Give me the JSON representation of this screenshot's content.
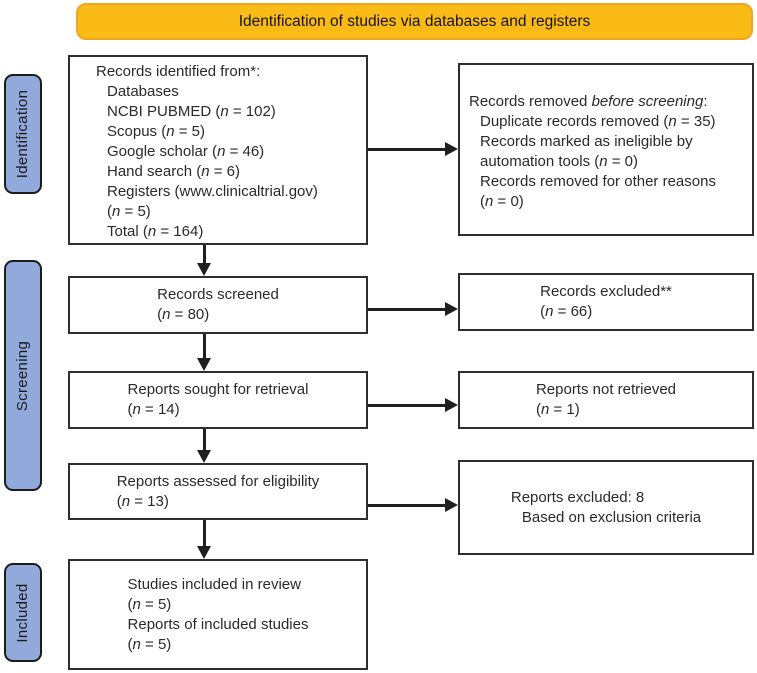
{
  "banner": {
    "label": "Identification of studies via databases and registers"
  },
  "stages": [
    {
      "id": "identification",
      "label": "Identification"
    },
    {
      "id": "screening",
      "label": "Screening"
    },
    {
      "id": "included",
      "label": "Included"
    }
  ],
  "boxes": {
    "identified": {
      "lines": [
        {
          "ind": 0,
          "t": "Records identified from*:"
        },
        {
          "ind": 1,
          "t": "Databases"
        },
        {
          "ind": 1,
          "t": "NCBI PUBMED (_n_ = 102)"
        },
        {
          "ind": 1,
          "t": "Scopus (_n_ = 5)"
        },
        {
          "ind": 1,
          "t": "Google scholar (_n_ = 46)"
        },
        {
          "ind": 1,
          "t": "Hand search (_n_ = 6)"
        },
        {
          "ind": 1,
          "t": "Registers (www.clinicaltrial.gov)"
        },
        {
          "ind": 1,
          "t": "(_n_ = 5)"
        },
        {
          "ind": 1,
          "t": "Total (_n_ = 164)"
        }
      ]
    },
    "removed": {
      "lines": [
        {
          "ind": 0,
          "t": "Records removed _before screening_:"
        },
        {
          "ind": 1,
          "t": "Duplicate records removed  (_n_ = 35)"
        },
        {
          "ind": 1,
          "t": "Records marked as ineligible by"
        },
        {
          "ind": 1,
          "t": "automation tools (_n_ = 0)"
        },
        {
          "ind": 1,
          "t": "Records removed for other reasons"
        },
        {
          "ind": 1,
          "t": "(_n_ = 0)"
        }
      ]
    },
    "screened": {
      "lines": [
        {
          "ind": 0,
          "t": "Records screened"
        },
        {
          "ind": 0,
          "t": "(_n_ = 80)"
        }
      ]
    },
    "excluded": {
      "lines": [
        {
          "ind": 0,
          "t": "Records excluded**"
        },
        {
          "ind": 0,
          "t": "(_n_ = 66)"
        }
      ]
    },
    "sought": {
      "lines": [
        {
          "ind": 0,
          "t": "Reports sought for retrieval"
        },
        {
          "ind": 0,
          "t": "(_n_ = 14)"
        }
      ]
    },
    "not_retrieved": {
      "lines": [
        {
          "ind": 0,
          "t": "Reports not retrieved"
        },
        {
          "ind": 0,
          "t": "(_n_ = 1)"
        }
      ]
    },
    "assessed": {
      "lines": [
        {
          "ind": 0,
          "t": "Reports assessed for eligibility"
        },
        {
          "ind": 0,
          "t": "(_n_ = 13)"
        }
      ]
    },
    "reports_excluded": {
      "lines": [
        {
          "ind": 0,
          "t": "Reports excluded: 8"
        },
        {
          "ind": 1,
          "t": "Based on exclusion criteria"
        }
      ]
    },
    "included": {
      "lines": [
        {
          "ind": 0,
          "t": "Studies included in review"
        },
        {
          "ind": 0,
          "t": "(_n_ = 5)"
        },
        {
          "ind": 0,
          "t": "Reports of included studies"
        },
        {
          "ind": 0,
          "t": "(_n_ = 5)"
        }
      ]
    }
  },
  "colors": {
    "banner-fill": "#FBBB16",
    "banner-border": "#EFA51F",
    "stage-fill": "#92A9DB",
    "box-border": "#2e2e2e",
    "arrow": "#1f1f1f",
    "text": "#2a2a2a"
  }
}
